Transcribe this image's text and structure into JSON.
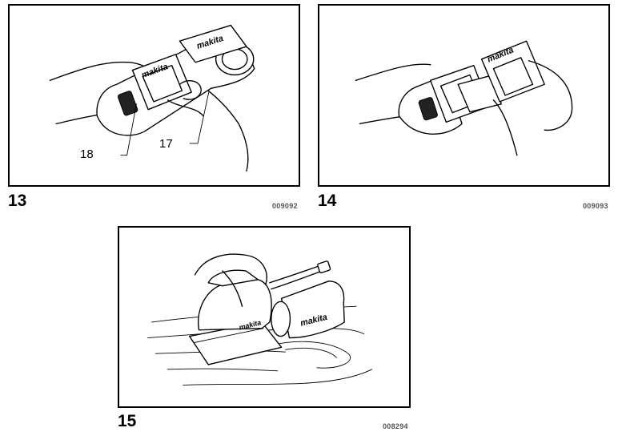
{
  "figures": [
    {
      "number": "13",
      "code": "009092",
      "callouts": [
        "18",
        "17"
      ],
      "logo": "makita"
    },
    {
      "number": "14",
      "code": "009093",
      "logo": "makita"
    },
    {
      "number": "15",
      "code": "008294",
      "logo": "makita"
    }
  ]
}
